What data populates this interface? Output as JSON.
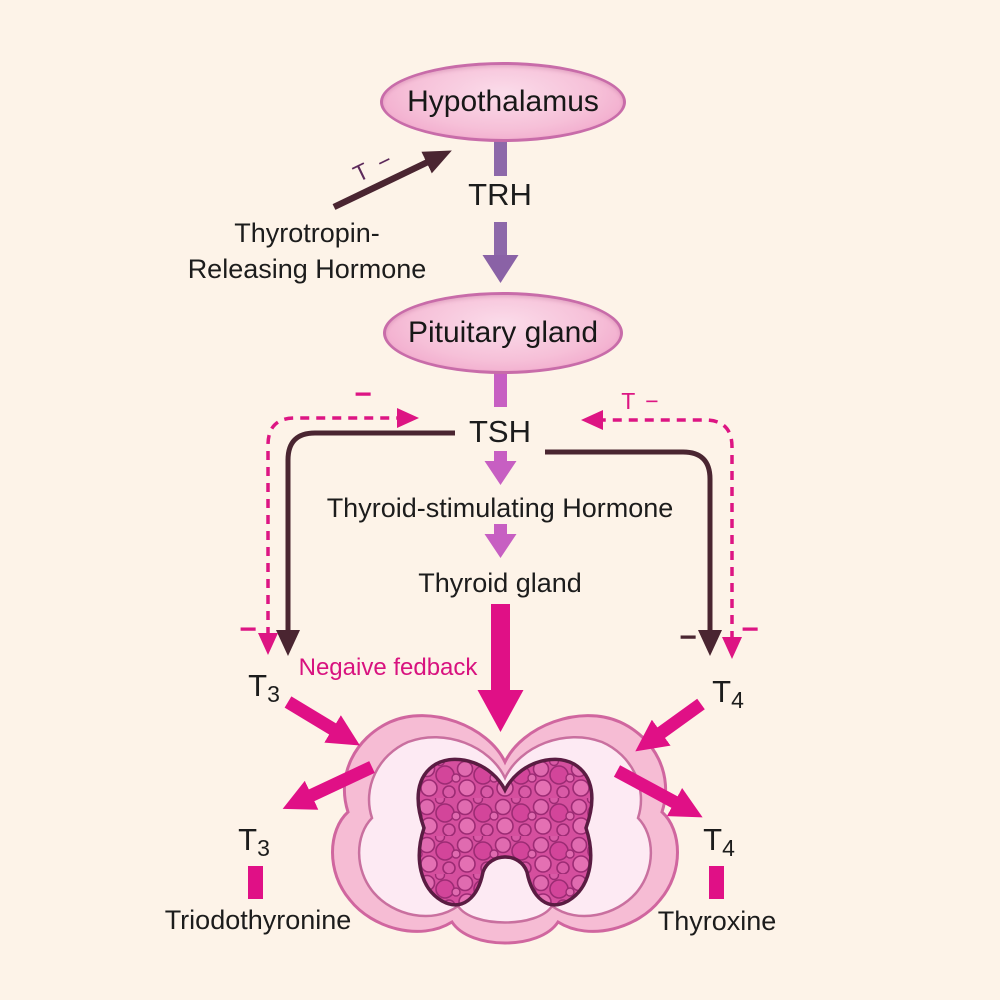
{
  "nodes": {
    "hypothalamus": "Hypothalamus",
    "pituitary": "Pituitary gland"
  },
  "labels": {
    "trh_abbr": "TRH",
    "trh_full_line1": "Thyrotropin-",
    "trh_full_line2": "Releasing Hormone",
    "tsh_abbr": "TSH",
    "tsh_full": "Thyroid-stimulating Hormone",
    "thyroid_gland": "Thyroid gland",
    "negative_feedback": "Negaive fedback",
    "t_minus": "T −",
    "minus": "−",
    "t_main": "T",
    "t3_sub": "3",
    "t4_sub": "4",
    "t3_full": "Triodothyronine",
    "t4_full": "Thyroxine"
  },
  "colors": {
    "background": "#fdf3e8",
    "ellipse_fill_light": "#fbdcea",
    "ellipse_fill_dark": "#ee9ac4",
    "ellipse_border": "#c86ca9",
    "trh_purple": "#8d68a9",
    "tsh_orchid": "#c75fc2",
    "deep_pink_arrow": "#e01086",
    "dark_line": "#4a2531",
    "dashed_pink": "#dd1583",
    "feedback_text": "#d8127f",
    "gland_fill": "#d54f9e",
    "gland_outline": "#5a1c42",
    "wing_fill": "#f6bcd4",
    "wing_inner_fill": "#fcе8f1",
    "text": "#1c1c1c"
  }
}
